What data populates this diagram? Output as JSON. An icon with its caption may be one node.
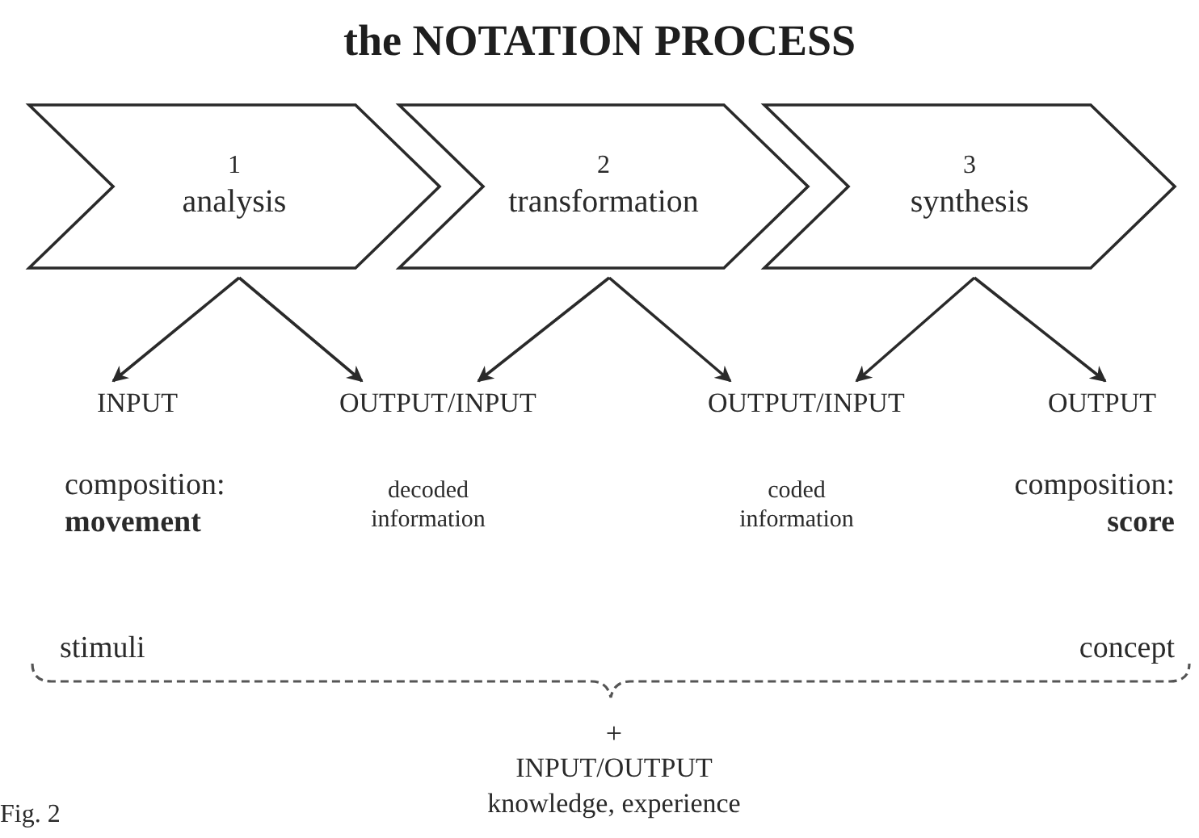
{
  "diagram": {
    "title": "the NOTATION PROCESS",
    "nodes": [
      {
        "text": [
          "1",
          "analysis"
        ]
      },
      {
        "text": [
          "2",
          "transformation"
        ]
      },
      {
        "text": [
          "3",
          "synthesis"
        ]
      },
      {
        "text": [
          "INPUT"
        ],
        "beside": [
          "composition: **movement**"
        ]
      },
      {
        "text": [
          "OUTPUT/INPUT"
        ],
        "beside": [
          "decoded information"
        ]
      },
      {
        "text": [
          "OUTPUT/INPUT"
        ],
        "beside": [
          "coded information"
        ]
      },
      {
        "text": [
          "OUTPUT"
        ],
        "beside": [
          "composition: **score**"
        ]
      }
    ],
    "edges": [
      {
        "from": 0,
        "to": 3,
        "arrow": "to"
      },
      {
        "from": 0,
        "to": 4,
        "arrow": "to"
      },
      {
        "from": 1,
        "to": 4,
        "arrow": "to"
      },
      {
        "from": 1,
        "to": 5,
        "arrow": "to"
      },
      {
        "from": 2,
        "to": 5,
        "arrow": "to"
      },
      {
        "from": 2,
        "to": 6,
        "arrow": "to"
      }
    ],
    "labels": [
      "stimuli",
      "concept",
      "+",
      "INPUT/OUTPUT",
      "knowledge, experience",
      "Fig. 2"
    ]
  }
}
